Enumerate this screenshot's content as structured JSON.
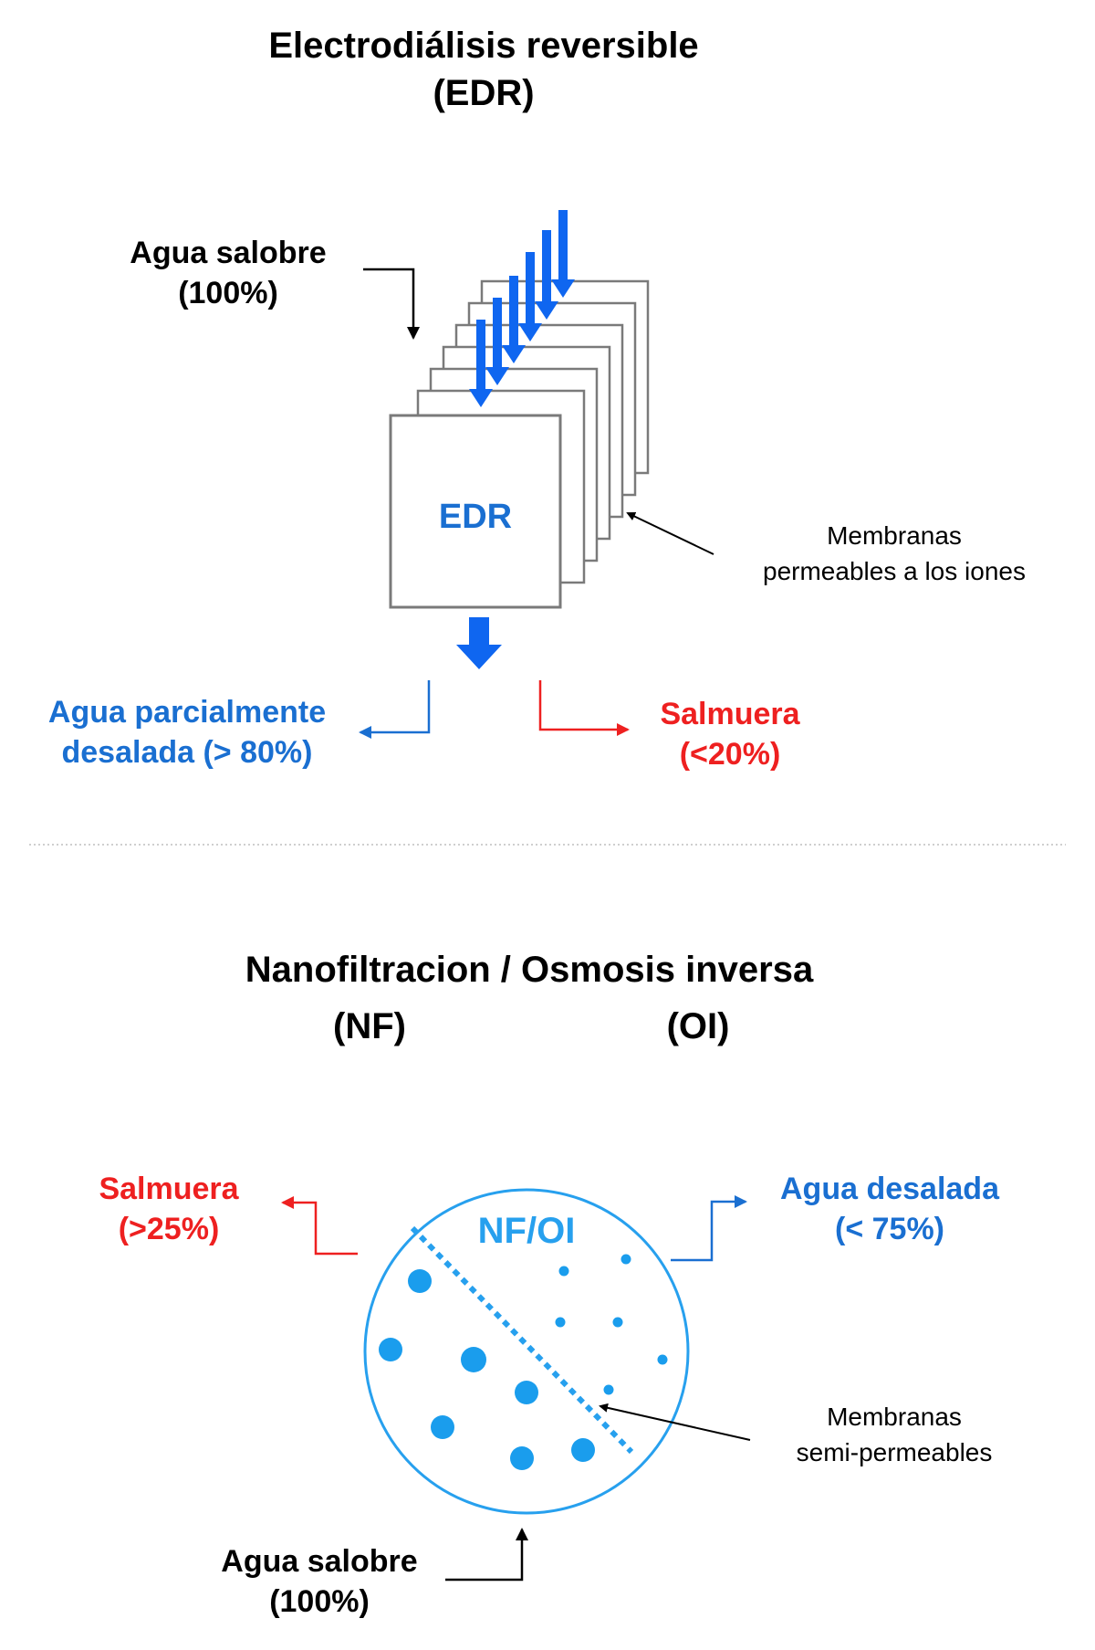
{
  "edr": {
    "title_line1": "Electrodiálisis reversible",
    "title_line2": "(EDR)",
    "input_line1": "Agua salobre",
    "input_line2": "(100%)",
    "box_label": "EDR",
    "membrane_line1": "Membranas",
    "membrane_line2": "permeables a los iones",
    "product_line1": "Agua parcialmente",
    "product_line2": "desalada (> 80%)",
    "brine_line1": "Salmuera",
    "brine_line2": "(<20%)"
  },
  "nfoi": {
    "title_line1": "Nanofiltracion / Osmosis inversa",
    "title_nf": "(NF)",
    "title_oi": "(OI)",
    "circle_label": "NF/OI",
    "brine_line1": "Salmuera",
    "brine_line2": "(>25%)",
    "product_line1": "Agua desalada",
    "product_line2": "(< 75%)",
    "membrane_line1": "Membranas",
    "membrane_line2": "semi-permeables",
    "input_line1": "Agua salobre",
    "input_line2": "(100%)"
  },
  "colors": {
    "blue": "#1a6fd1",
    "arrow_blue": "#0f66f0",
    "red": "#ee2020",
    "circle_blue": "#27a0ee",
    "frame_gray": "#7a7a7a"
  }
}
